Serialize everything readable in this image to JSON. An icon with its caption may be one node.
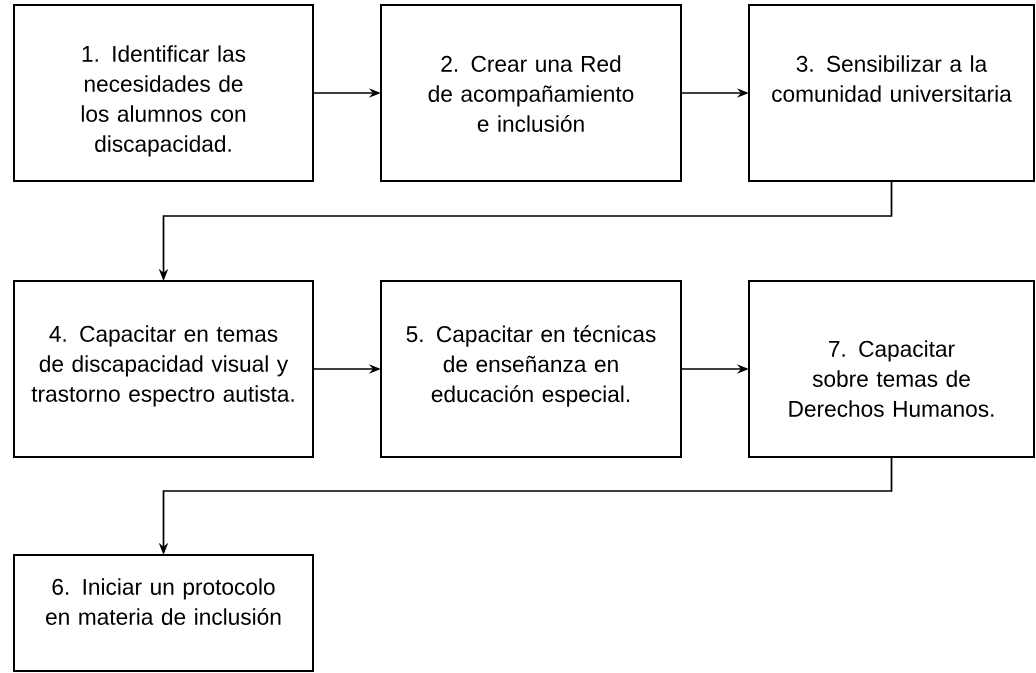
{
  "diagram": {
    "nodes": [
      {
        "text": [
          "1. Identificar las necesidades de los alumnos con discapacidad."
        ]
      },
      {
        "text": [
          "2. Crear una Red de acompañamiento e inclusión"
        ]
      },
      {
        "text": [
          "3. Sensibilizar a la comunidad universitaria"
        ]
      },
      {
        "text": [
          "4. Capacitar en temas de discapacidad visual y trastorno espectro autista."
        ]
      },
      {
        "text": [
          "5. Capacitar en técnicas de enseñanza en educación especial."
        ]
      },
      {
        "text": [
          "7. Capacitar sobre temas de Derechos Humanos."
        ]
      },
      {
        "text": [
          "6. Iniciar un protocolo en materia de inclusión"
        ]
      }
    ],
    "edges": [
      {
        "from": 0,
        "to": 1,
        "arrow": "to"
      },
      {
        "from": 1,
        "to": 2,
        "arrow": "to"
      },
      {
        "from": 2,
        "to": 3,
        "arrow": "to"
      },
      {
        "from": 3,
        "to": 4,
        "arrow": "to"
      },
      {
        "from": 4,
        "to": 5,
        "arrow": "to"
      },
      {
        "from": 5,
        "to": 6,
        "arrow": "to"
      }
    ]
  }
}
